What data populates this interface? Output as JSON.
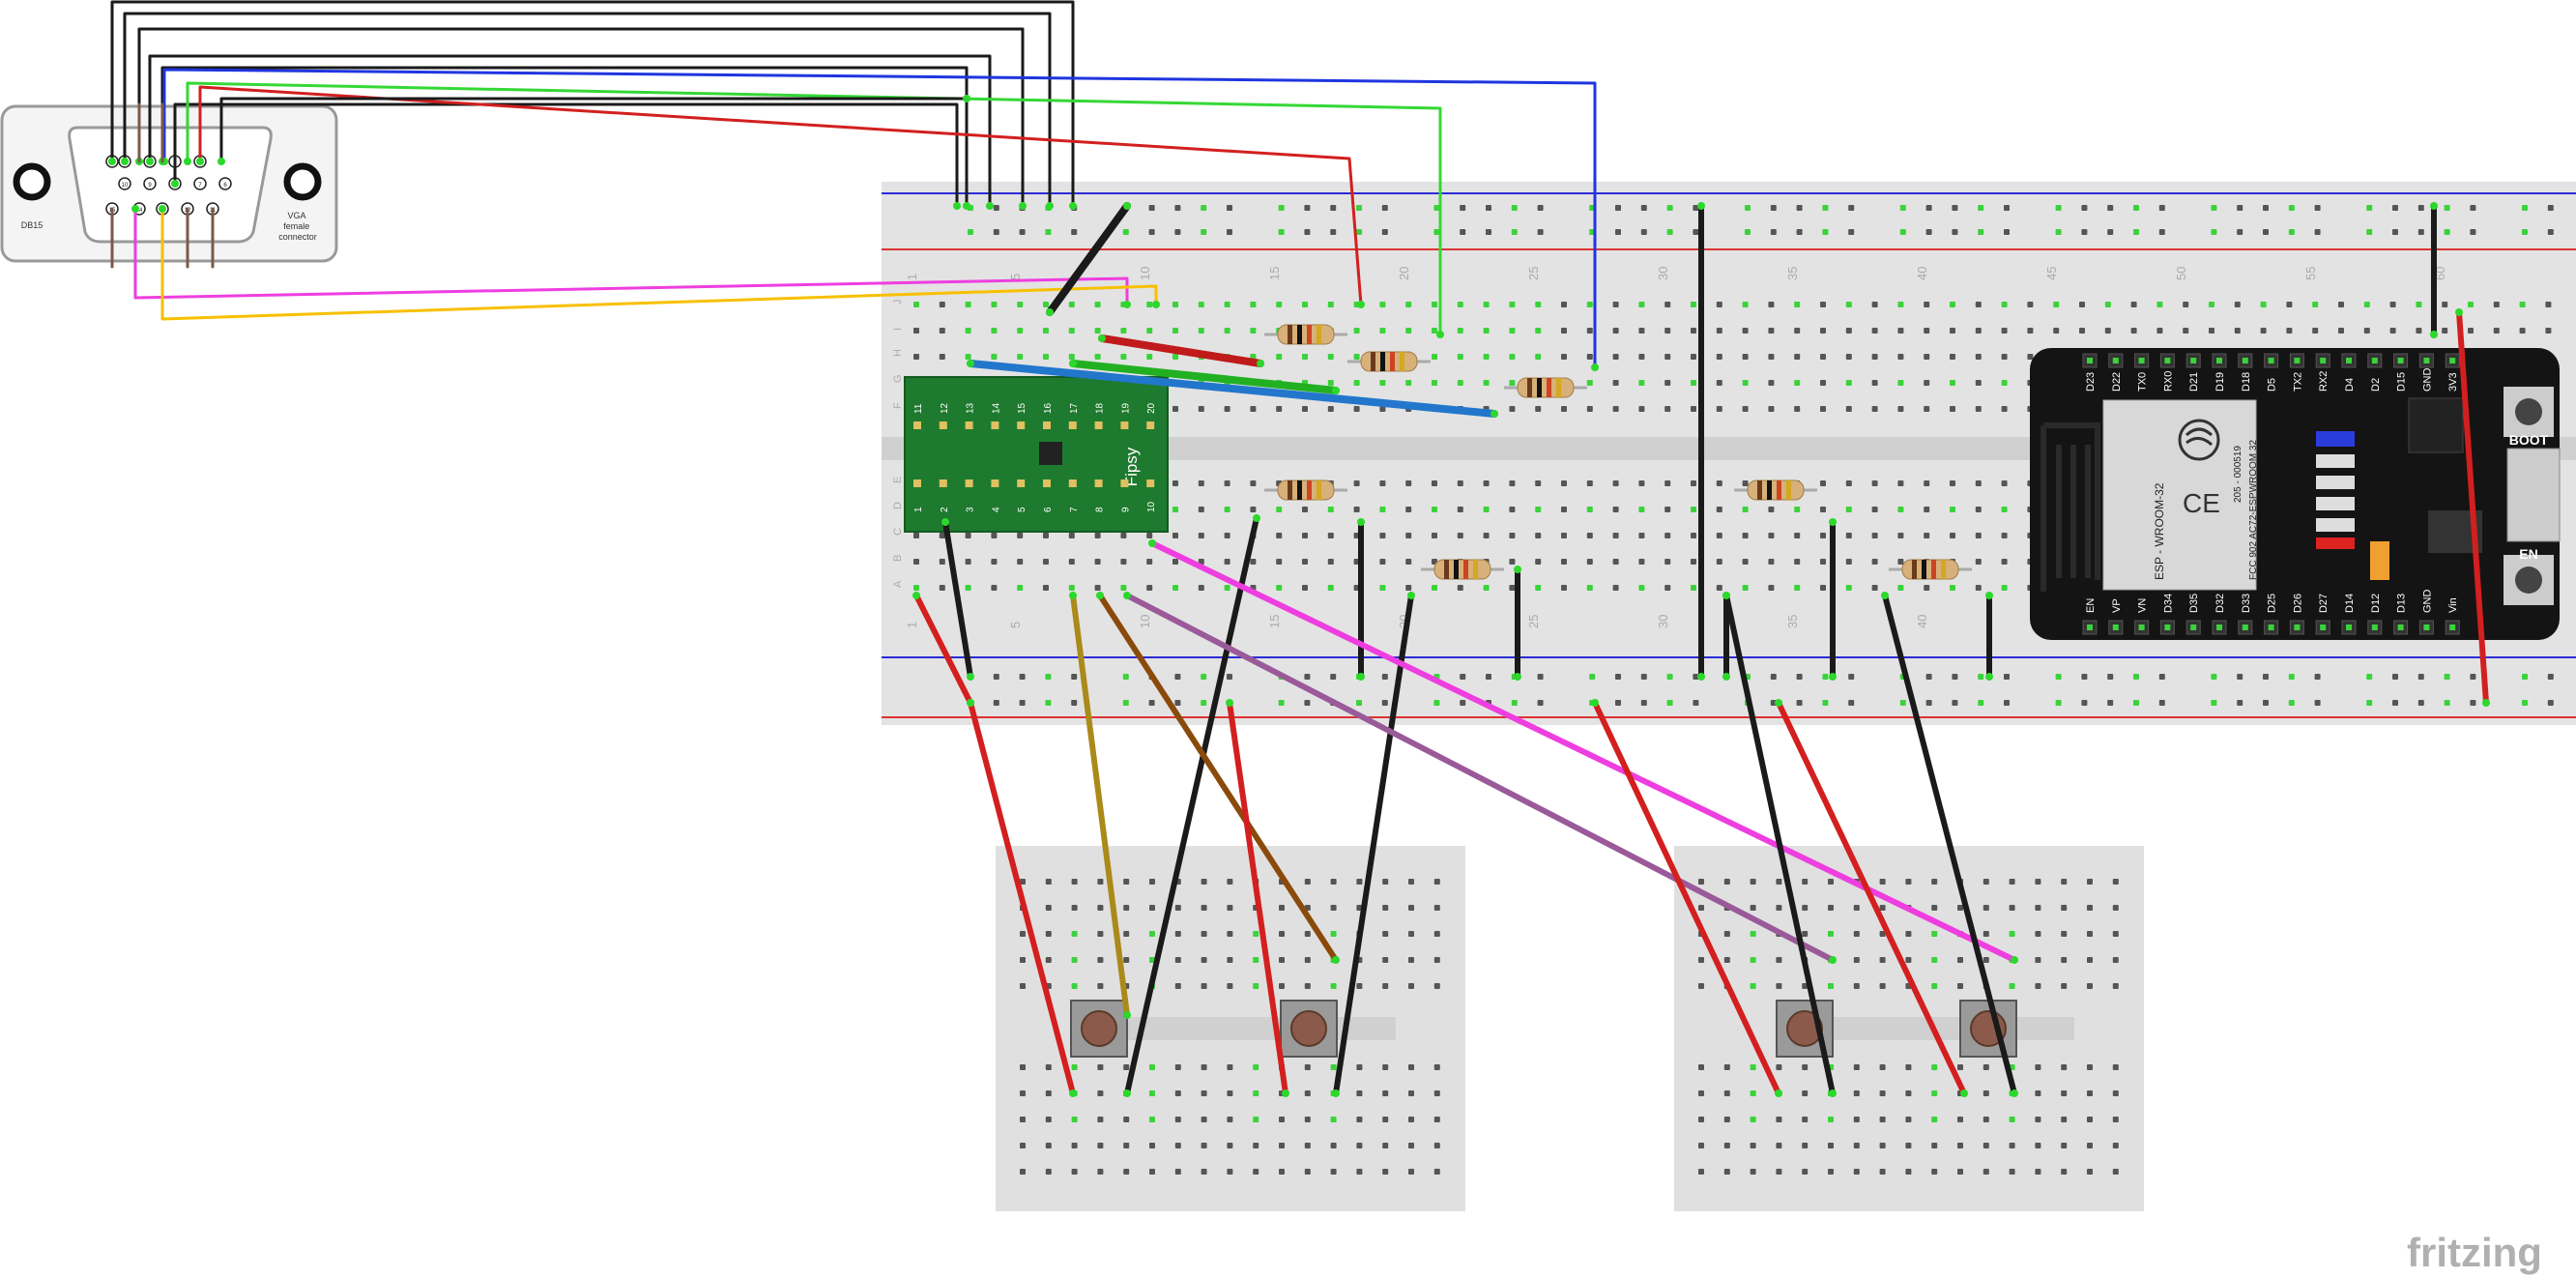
{
  "connector": {
    "left_label": "DB15",
    "right_label_lines": [
      "VGA",
      "female",
      "connector"
    ],
    "pin_numbers_top": [
      "5",
      "4",
      "3",
      "2",
      "1"
    ],
    "pin_numbers_mid": [
      "10",
      "9",
      "8",
      "7",
      "6"
    ],
    "pin_numbers_bottom": [
      "15",
      "14",
      "13",
      "12",
      "11"
    ]
  },
  "breadboard": {
    "row_letters_top": [
      "J",
      "I",
      "H",
      "G",
      "F"
    ],
    "row_letters_bottom": [
      "E",
      "D",
      "C",
      "B",
      "A"
    ],
    "column_numbers": [
      "1",
      "5",
      "10",
      "15",
      "20",
      "25",
      "30",
      "35",
      "40",
      "45",
      "50",
      "55",
      "60"
    ]
  },
  "fipsy": {
    "label": "Fipsy",
    "pins_top": [
      "11",
      "12",
      "13",
      "14",
      "15",
      "16",
      "17",
      "18",
      "19",
      "20"
    ],
    "pins_bottom": [
      "1",
      "2",
      "3",
      "4",
      "5",
      "6",
      "7",
      "8",
      "9",
      "10"
    ]
  },
  "esp32": {
    "pins_top": [
      "D23",
      "D22",
      "TX0",
      "RX0",
      "D21",
      "D19",
      "D18",
      "D5",
      "TX2",
      "RX2",
      "D4",
      "D2",
      "D15",
      "GND",
      "3V3"
    ],
    "pins_bottom": [
      "EN",
      "VP",
      "VN",
      "D34",
      "D35",
      "D32",
      "D33",
      "D25",
      "D26",
      "D27",
      "D14",
      "D12",
      "D13",
      "GND",
      "Vin"
    ],
    "module_text": [
      "ESP - WROOM-32",
      "FCC 902 AC72-ESPWROOM 32",
      "205 - 000519"
    ],
    "boot_label": "BOOT",
    "en_label": "EN"
  },
  "watermark": "fritzing",
  "colors": {
    "black": "#1a1a1a",
    "red": "#d31f1f",
    "green": "#35d835",
    "blue": "#1f35e0",
    "magenta": "#ee3ee0",
    "yellow": "#f7c000",
    "brown": "#7a5a4a",
    "olive": "#a98a1a",
    "orange_brown": "#8a4a0a",
    "purple": "#9a5a9a",
    "board_green": "#1e7a2e"
  }
}
